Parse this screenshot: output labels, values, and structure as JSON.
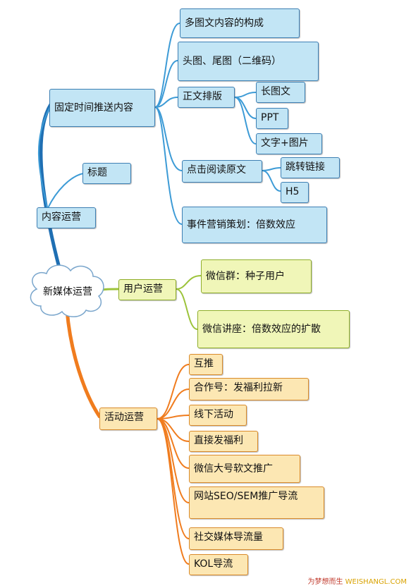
{
  "root": "新媒体运营",
  "branches": {
    "content": {
      "label": "内容运营",
      "title_node": "标题",
      "fixed": {
        "label": "固定时间推送内容",
        "multi": "多图文内容的构成",
        "images": "头图、尾图（二维码）",
        "layout": {
          "label": "正文排版",
          "children": [
            "长图文",
            "PPT",
            "文字+图片"
          ]
        },
        "read": {
          "label": "点击阅读原文",
          "children": [
            "跳转链接",
            "H5"
          ]
        },
        "event": "事件营销策划：倍数效应"
      }
    },
    "user": {
      "label": "用户运营",
      "children": [
        "微信群：种子用户",
        "微信讲座：倍数效应的扩散"
      ]
    },
    "activity": {
      "label": "活动运营",
      "children": [
        "互推",
        "合作号：发福利拉新",
        "线下活动",
        "直接发福利",
        "微信大号软文推广",
        "网站SEO/SEM推广导流",
        "社交媒体导流量",
        "KOL导流"
      ]
    }
  },
  "footer": {
    "slogan": "为梦想而生",
    "site": "WEISHANGL.COM"
  },
  "colors": {
    "blue_line": "#3d9bd6",
    "green_line": "#9cc33a",
    "orange_line": "#f07c1e",
    "root_line_blue": "#1f6fb3"
  }
}
